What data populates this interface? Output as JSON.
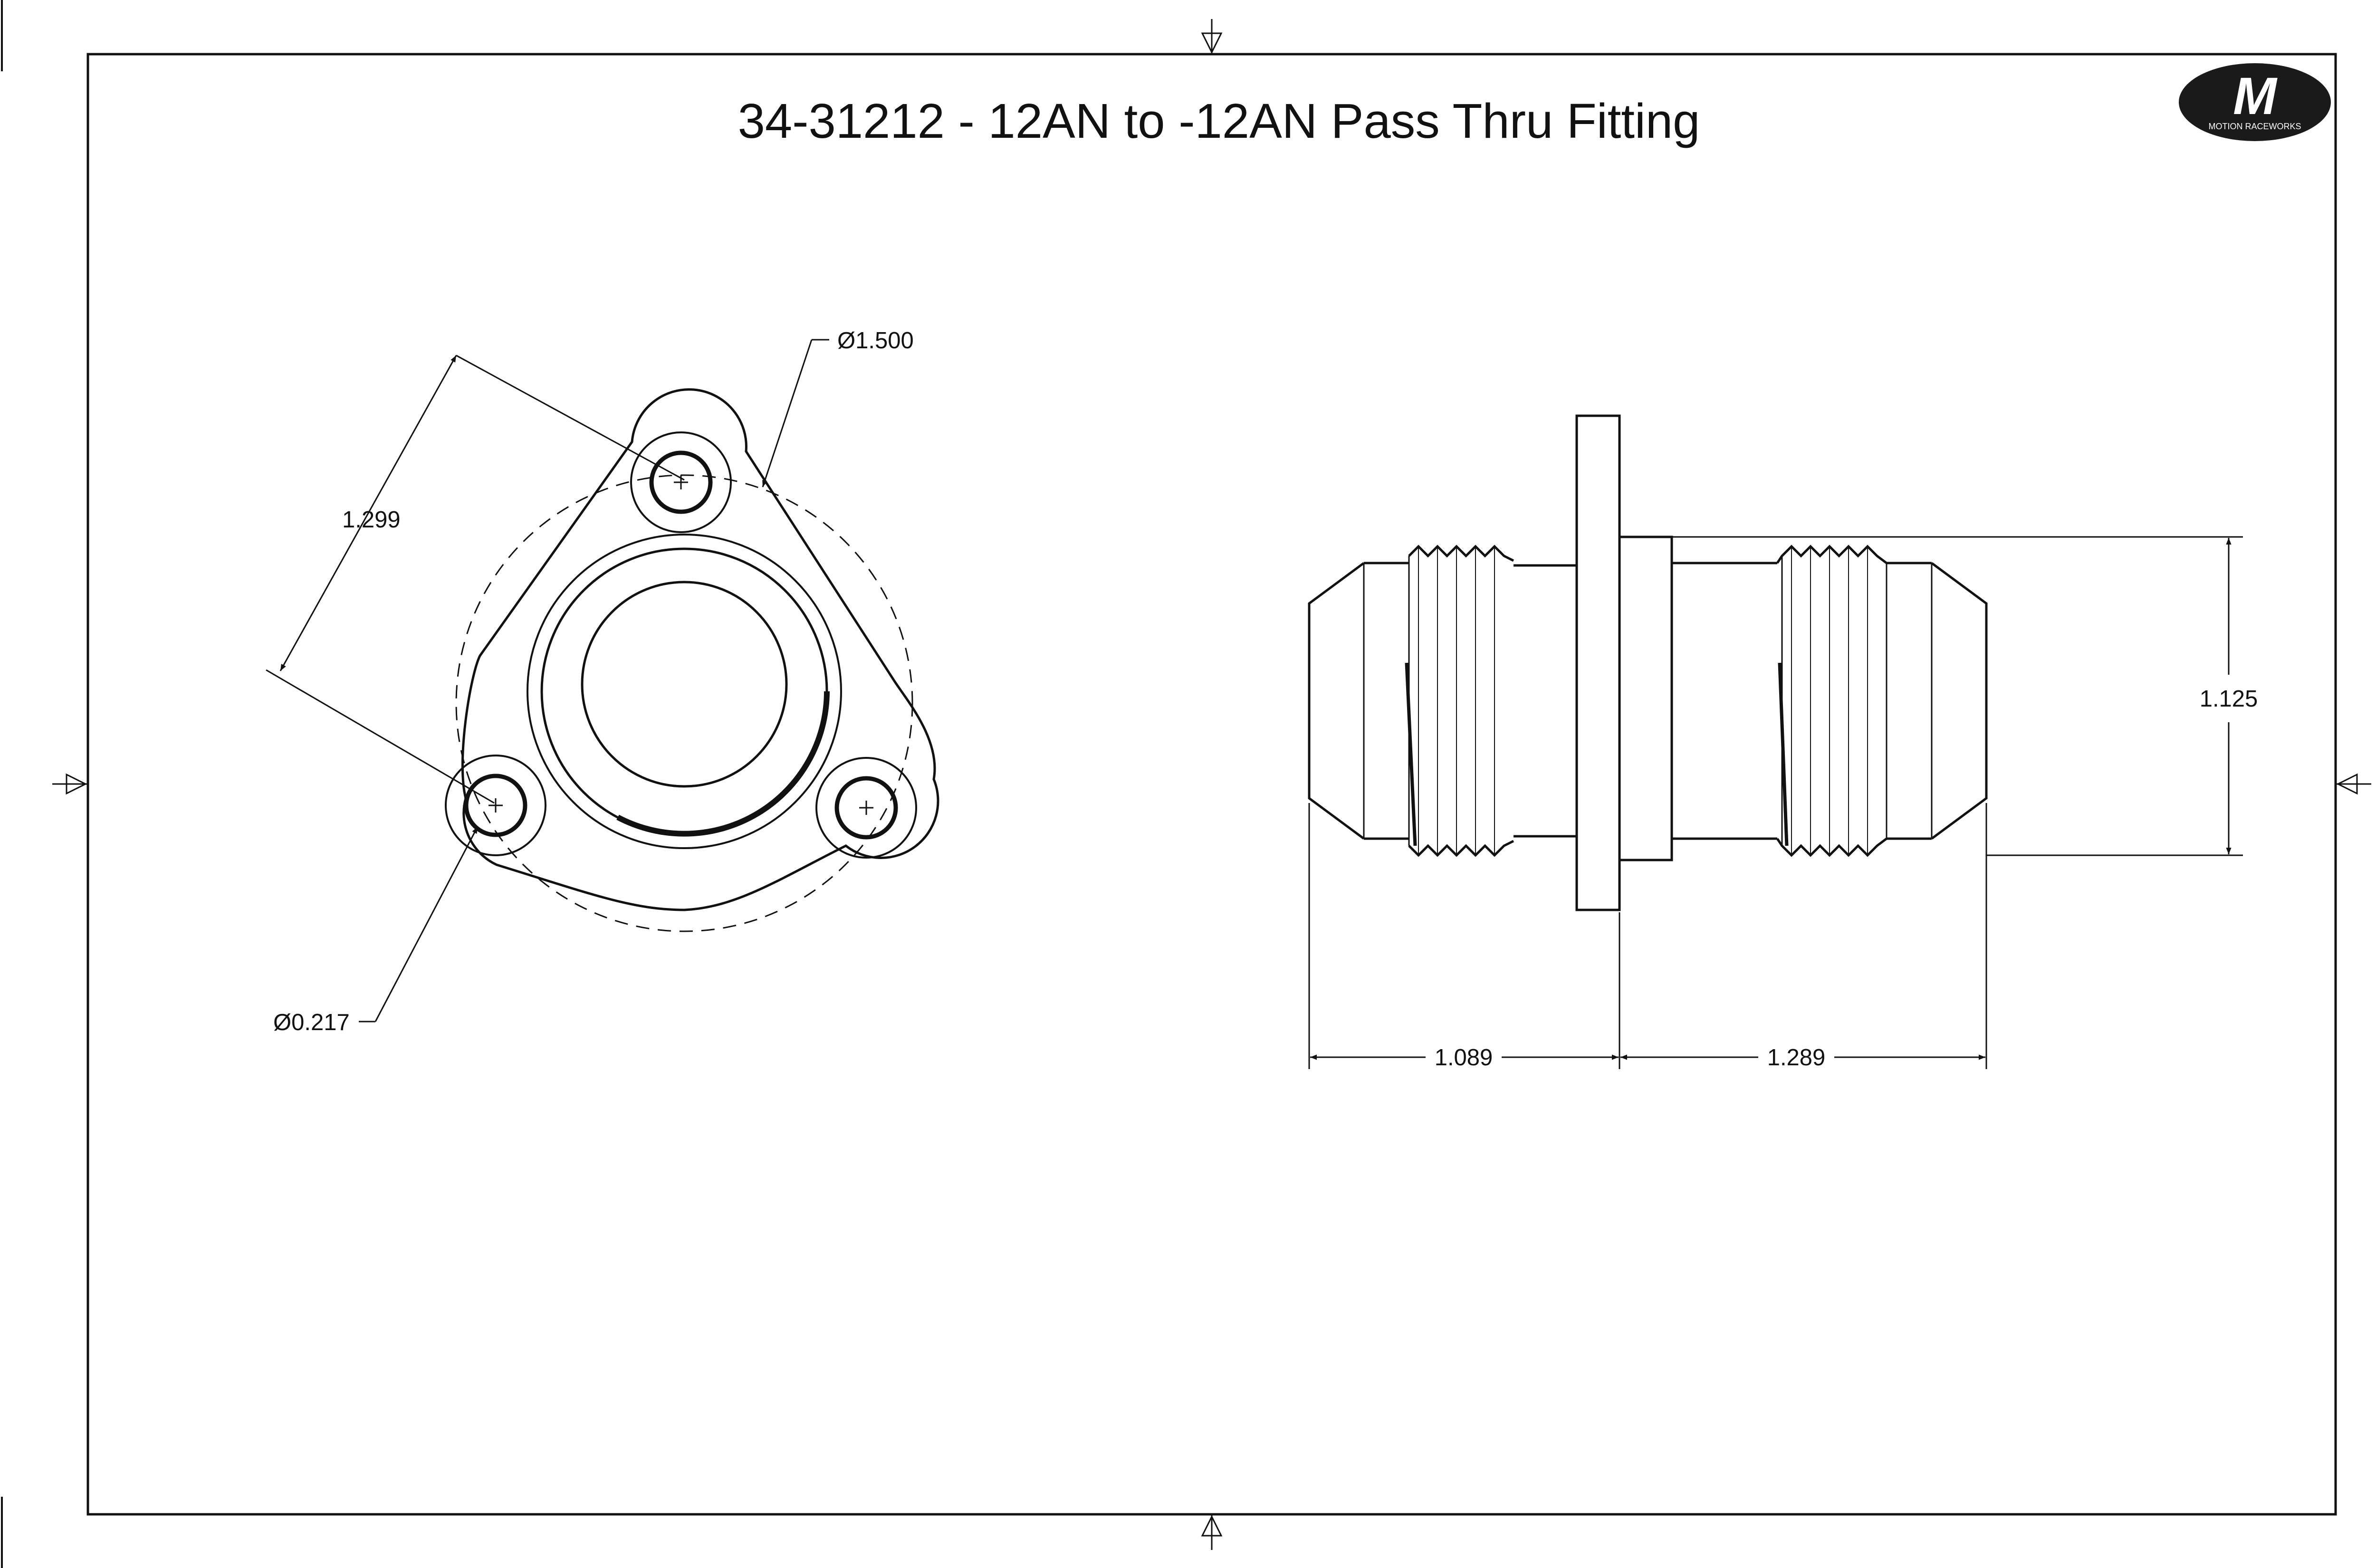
{
  "title": "34-31212 - 12AN to -12AN Pass Thru Fitting",
  "logo": {
    "lettermark": "M",
    "brand_text": "MOTION RACEWORKS"
  },
  "front_view": {
    "bolt_circle_diameter": "Ø1.500",
    "hole_spacing": "1.299",
    "hole_diameter": "Ø0.217"
  },
  "side_view": {
    "thread_diameter": "1.125",
    "left_length": "1.089",
    "right_length": "1.289"
  },
  "colors": {
    "line": "#111111",
    "background": "#ffffff",
    "logo_fill": "#1a1a1a"
  }
}
